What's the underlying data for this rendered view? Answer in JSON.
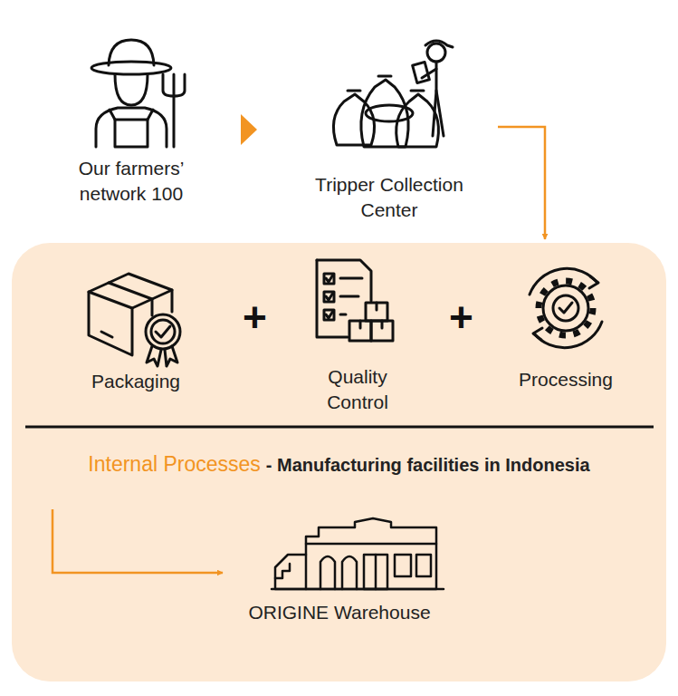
{
  "diagram": {
    "nodes": [
      {
        "text": [
          "Our farmers’ network 100"
        ]
      },
      {
        "text": [
          "Tripper Collection Center"
        ]
      },
      {
        "text": [
          "Internal Processes",
          "- Manufacturing facilities in Indonesia"
        ]
      },
      {
        "text": [
          "Packaging"
        ],
        "in": 2
      },
      {
        "text": [
          "Quality Control"
        ],
        "in": 2
      },
      {
        "text": [
          "Processing"
        ],
        "in": 2
      },
      {
        "text": [
          "ORIGINE Warehouse"
        ],
        "in": 2
      }
    ],
    "edges": [
      {
        "from": 0,
        "to": 1,
        "arrow": "to"
      },
      {
        "from": 1,
        "to": 2,
        "arrow": "to"
      },
      {
        "from": 2,
        "to": 6,
        "arrow": "to"
      }
    ],
    "labels": [
      "+",
      "+"
    ]
  }
}
